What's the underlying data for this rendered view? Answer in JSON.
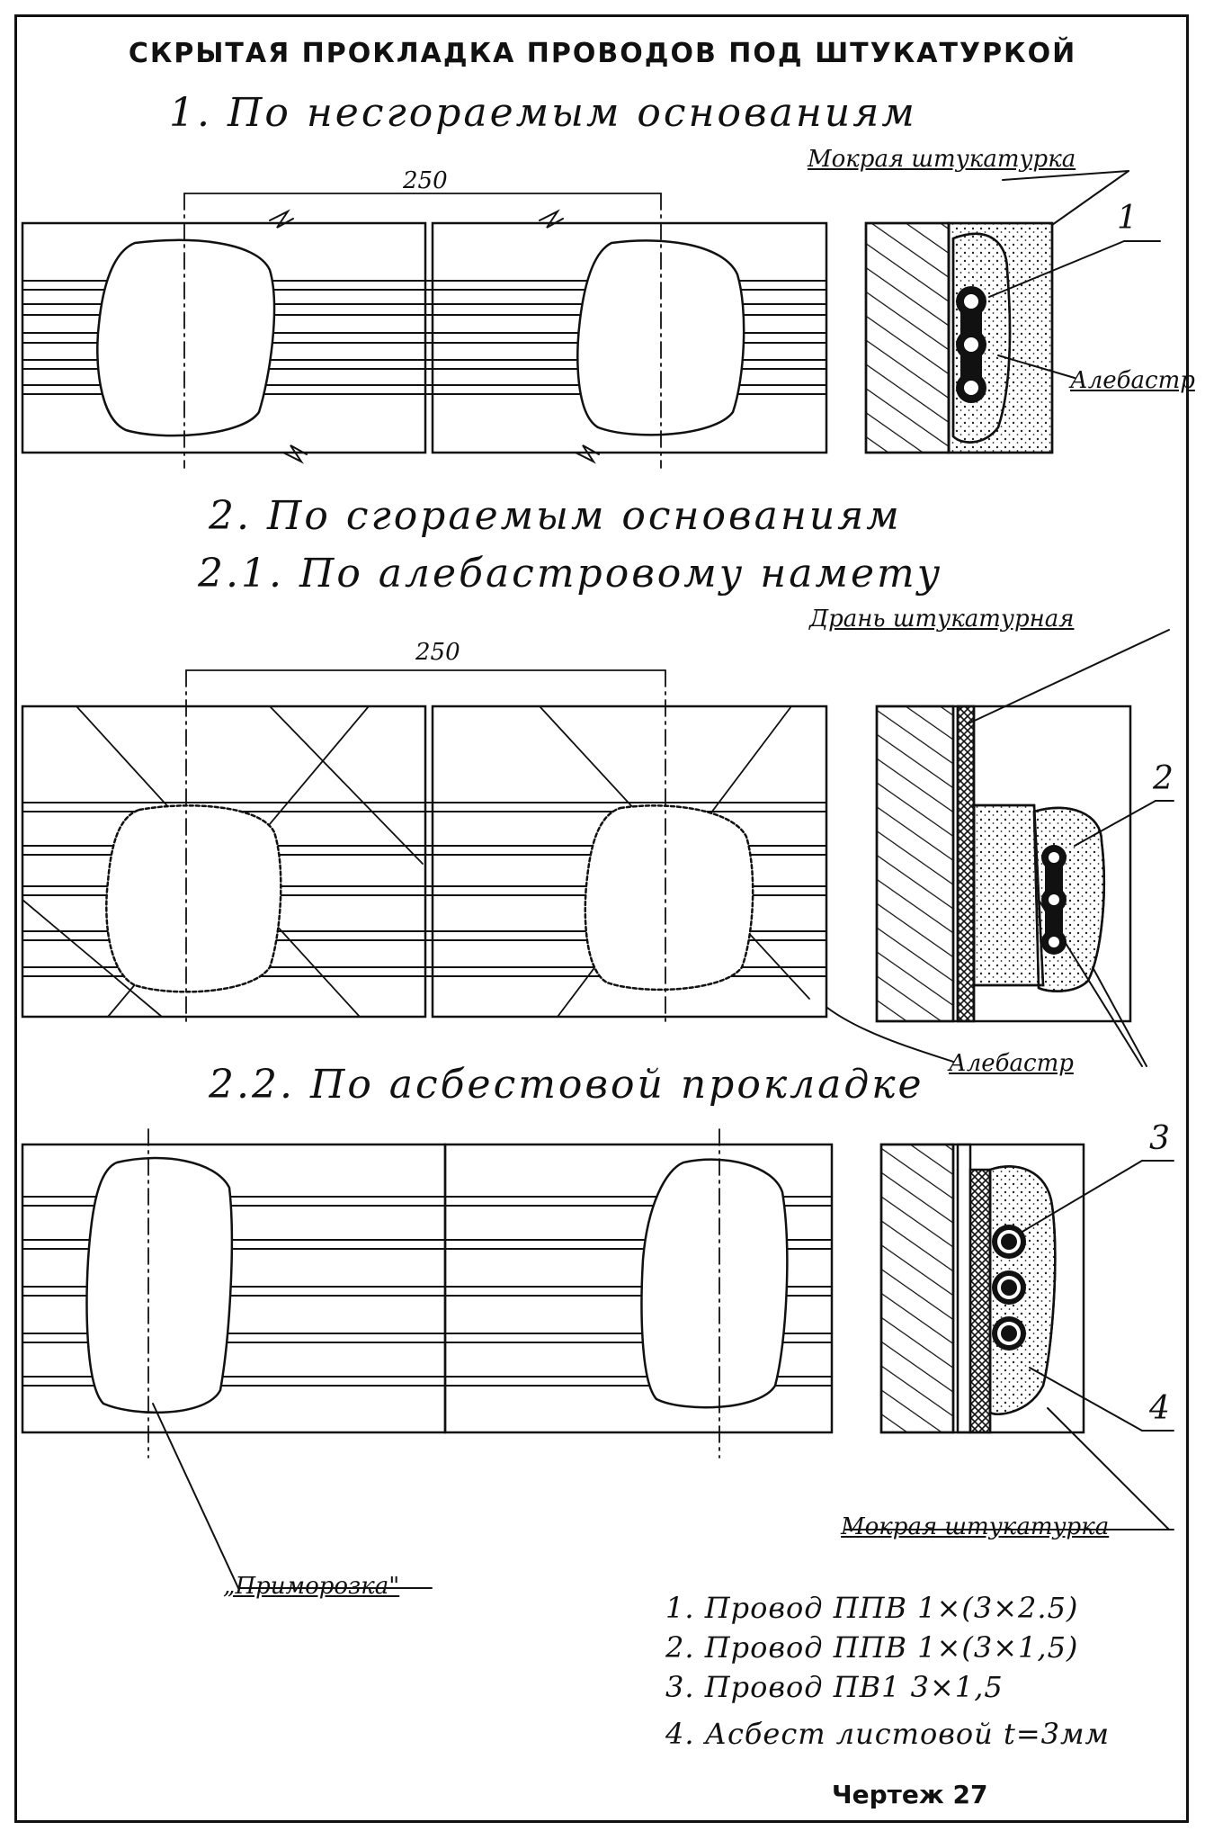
{
  "title": "СКРЫТАЯ ПРОКЛАДКА ПРОВОДОВ ПОД ШТУКАТУРКОЙ",
  "sections": {
    "s1": "1. По несгораемым основаниям",
    "s2": "2. По сгораемым основаниям",
    "s21": "2.1. По алебастровому намету",
    "s22": "2.2. По асбестовой прокладке"
  },
  "dimensions": {
    "d1": "250",
    "d2": "250"
  },
  "labels": {
    "wet_plaster_top": "Мокрая штукатурка",
    "alabaster_1": "Алебастр",
    "lath": "Дрань штукатурная",
    "alabaster_2": "Алебастр",
    "primorozka": "„Приморозка\"",
    "wet_plaster_bottom": "Мокрая штукатурка"
  },
  "callouts": {
    "n1": "1",
    "n2": "2",
    "n3": "3",
    "n4": "4"
  },
  "legend": [
    "1. Провод ППВ 1×(3×2.5)",
    "2. Провод ППВ 1×(3×1,5)",
    "3. Провод ПВ1 3×1,5",
    "4. Асбест листовой t=3мм"
  ],
  "drawing_number": "Чертеж 27"
}
